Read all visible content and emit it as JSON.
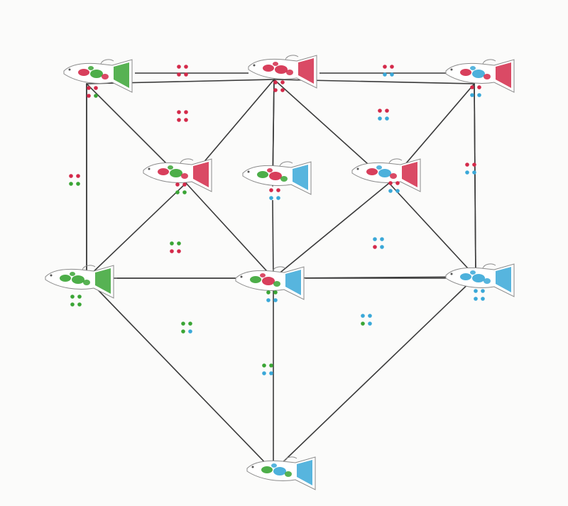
{
  "colors": {
    "red": "#d42a4a",
    "green": "#3aa535",
    "blue": "#3aa8d8",
    "line": "#3a3a3a",
    "outline": "#8a8a8a",
    "paper": "#fbfbfa"
  },
  "fish": [
    {
      "id": "rgg",
      "pattern": [
        "red",
        "green",
        "green"
      ]
    },
    {
      "id": "rrr",
      "pattern": [
        "red",
        "red",
        "red"
      ]
    },
    {
      "id": "rrb",
      "pattern": [
        "red",
        "blue",
        "red"
      ]
    },
    {
      "id": "rgr",
      "pattern": [
        "red",
        "green",
        "red"
      ]
    },
    {
      "id": "rgb",
      "pattern": [
        "green",
        "red",
        "blue"
      ]
    },
    {
      "id": "rbr",
      "pattern": [
        "red",
        "blue",
        "red"
      ]
    },
    {
      "id": "ggg",
      "pattern": [
        "green",
        "green",
        "green"
      ]
    },
    {
      "id": "ggb",
      "pattern": [
        "green",
        "red",
        "blue"
      ]
    },
    {
      "id": "bbb",
      "pattern": [
        "blue",
        "blue",
        "blue"
      ]
    },
    {
      "id": "gbb",
      "pattern": [
        "green",
        "blue",
        "blue"
      ]
    }
  ],
  "fish_dots": [
    {
      "fish": "rgg",
      "dots": [
        "red",
        "red",
        "red",
        "green"
      ]
    },
    {
      "fish": "rrr",
      "dots": [
        "red",
        "red",
        "red",
        "red"
      ]
    },
    {
      "fish": "rrb",
      "dots": [
        "red",
        "red",
        "blue",
        "blue"
      ]
    },
    {
      "fish": "rgr",
      "dots": [
        "red",
        "red",
        "green",
        "green"
      ]
    },
    {
      "fish": "rgb",
      "dots": [
        "red",
        "red",
        "blue",
        "blue"
      ]
    },
    {
      "fish": "rbr",
      "dots": [
        "red",
        "red",
        "blue",
        "blue"
      ]
    },
    {
      "fish": "ggg",
      "dots": [
        "green",
        "green",
        "green",
        "green"
      ]
    },
    {
      "fish": "ggb",
      "dots": [
        "green",
        "green",
        "blue",
        "blue"
      ]
    },
    {
      "fish": "bbb",
      "dots": [
        "blue",
        "blue",
        "blue",
        "blue"
      ]
    }
  ],
  "edges": [
    [
      "rgg",
      "rrr"
    ],
    [
      "rrr",
      "rrb"
    ],
    [
      "rgg",
      "ggg"
    ],
    [
      "rrb",
      "bbb"
    ],
    [
      "ggg",
      "ggb"
    ],
    [
      "ggb",
      "bbb"
    ],
    [
      "rrr",
      "rgb"
    ],
    [
      "ggb",
      "gbb"
    ],
    [
      "rgg",
      "rgr"
    ],
    [
      "rrr",
      "rgr"
    ],
    [
      "rgr",
      "ggg"
    ],
    [
      "rgr",
      "ggb"
    ],
    [
      "rrr",
      "rbr"
    ],
    [
      "rrb",
      "rbr"
    ],
    [
      "rbr",
      "ggb"
    ],
    [
      "rbr",
      "bbb"
    ],
    [
      "ggg",
      "gbb"
    ],
    [
      "bbb",
      "gbb"
    ]
  ],
  "edge_dots": [
    {
      "edge": "rgg-rrr",
      "dots": [
        "red",
        "red",
        "red",
        "red"
      ]
    },
    {
      "edge": "rrr-rrb",
      "dots": [
        "red",
        "red",
        "blue",
        "blue"
      ]
    },
    {
      "edge": "rgg-ggg",
      "dots": [
        "red",
        "red",
        "green",
        "green"
      ]
    },
    {
      "edge": "rrb-bbb",
      "dots": [
        "red",
        "red",
        "blue",
        "blue"
      ]
    },
    {
      "edge": "face-rgg-rrr-rgr",
      "dots": [
        "red",
        "red",
        "red",
        "red"
      ]
    },
    {
      "edge": "face-rrr-rrb-rbr",
      "dots": [
        "red",
        "red",
        "blue",
        "blue"
      ]
    },
    {
      "edge": "face-rgg-rgr-ggg",
      "dots": [
        "green",
        "green",
        "red",
        "red"
      ]
    },
    {
      "edge": "face-rbr-bbb-ggb",
      "dots": [
        "blue",
        "blue",
        "red",
        "blue"
      ]
    },
    {
      "edge": "face-ggg-ggb-gbb",
      "dots": [
        "green",
        "green",
        "green",
        "blue"
      ]
    },
    {
      "edge": "face-ggb-bbb-gbb",
      "dots": [
        "blue",
        "blue",
        "green",
        "blue"
      ]
    },
    {
      "edge": "ggb-gbb",
      "dots": [
        "green",
        "green",
        "blue",
        "blue"
      ]
    }
  ]
}
